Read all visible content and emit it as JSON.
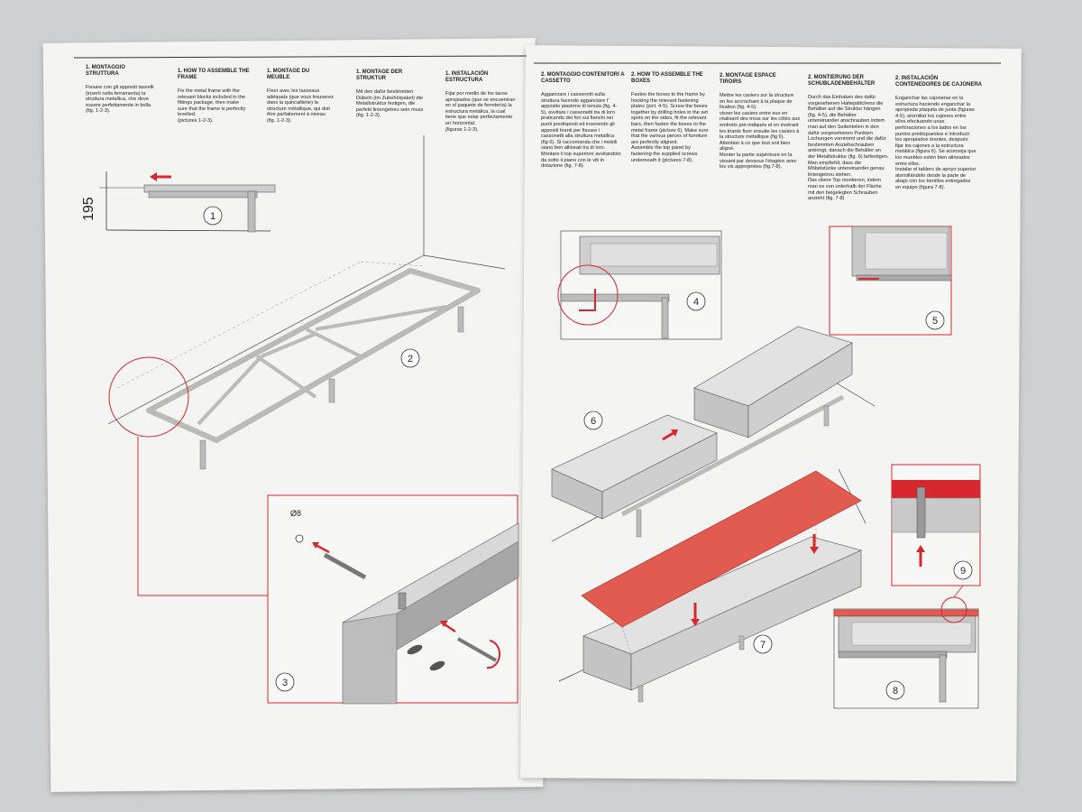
{
  "left_page": {
    "columns": [
      {
        "heading": "1. MONTAGGIO\nSTRUTTURA",
        "body": "Fissare con gli appositi tasselli\n(inserti nella ferramenta) la\nstruttura metallica, che deve\nessere perfettamente in bolla\n(fig. 1-2-3)."
      },
      {
        "heading": "1. HOW TO ASSEMBLE THE\nFRAME",
        "body": "Fix the metal frame with the\nrelevant blocks included in the\nfittings package, then make\nsure that the frame is perfectly\nlevelled.\n(pictures 1-2-3)."
      },
      {
        "heading": "1. MONTAGE DU\nMEUBLE",
        "body": "Fixer avec les tasseaux\nadéquats (que vous trouverez\ndans la quincaillerie) la\nstructure métallique, qui doit\nêtre parfaitement à niveau\n(fig. 1-2-3)."
      },
      {
        "heading": "1. MONTAGE DER\nSTRUKTUR",
        "body": "Mit den dafür bestimmten\nDübeln (im Zubehörpaket) die\nMetallstruktur festigen, die\nperfekt liniengetreu sein muss\n(fig. 1-2-3)."
      },
      {
        "heading": "1. INSTALACIÓN\nESTRUCTURA",
        "body": "Fijar por medio de los tacos\napropiados (que se encuentran\nen el paquete de ferretería) la\nestructura metálica, la cual\ntiene que estar perfectamente\nen horizontal.\n(figuras 1-2-3)."
      }
    ],
    "figures": {
      "fig1": "1",
      "fig2": "2",
      "fig3": "3"
    },
    "dimension": "195",
    "diameter": "Ø8"
  },
  "right_page": {
    "columns": [
      {
        "heading": "2. MONTAGGIO CONTENITORI A\nCASSETTO",
        "body": "Agganciare i cassonetti sulla\nstruttura facendo agganciare l'\napposito piastrino di tenuta (fig. 4-\n5), avvitare i cassonetti tra di loro\npraticando dei fori sui fianchi nei\npunti predisposti ed inserendo gli\nappositi tiranti per fissare i\ncassonetti alla struttura metallica\n(fig 6). Si raccomanda che i mobili\nsiano ben allineati tra di loro.\nMontare il top superiore avvitandolo\nda sotto il piano con le viti in\ndotazione (fig. 7-8)."
      },
      {
        "heading": "2. HOW TO ASSEMBLE THE\nBOXES",
        "body": "Fasten the boxes to the frame by\nhooking the relevant fastening\nplates (pict. 4-5). Screw the boxes\ntogether by drilling holes in the set\nspots on the sides, fit the relevant\nbars, then fasten the boxes to the\nmetal frame (picture 6). Make sure\nthat the various pieces of furniture\nare perfectly aligned.\nAssemble the top panel by\nfastening the supplied screws\nunderneath it (pictures 7-8)."
      },
      {
        "heading": "2. MONTAGE ESPACE\nTIROIRS",
        "body": "Mettre les casiers sur la structure\nen les accrochant à la plaque de\nfixation (fig. 4-5).\nvisser les casiers entre eux en\nréalisant des trous sur les côtés aux\nendroits pré-indiqués et en insérant\nles tirants fixer ensuite les casiers à\nla structure métallique (fig 6).\nAttention à ce que tout soit bien\naligné.\nMonter la partie supérieure en la\nvissant par dessous l'étagère avec\nles vis appropriées (fig.7-8)."
      },
      {
        "heading": "2. MONTIERUNG DER\nSCHUBLADENBEHÄLTER",
        "body": "Durch das Einhaken des dafür\nvorgesehenen Haltepättchens die\nBehälter auf die Struktur hängen\n(fig. 4-5), die Behälter\nuntereinander anschrauben indem\nman auf den Seitenteilen in den\ndafür vorgesehenen Punkten\nLochungen vornimmt und die dafür\nbestimmten Anziehschrauben\nanbringt, danach die Behälter an\nder Metallstruktur (fig. 6) befestigen.\nMan empfiehlt,  dass die\nMöbelstücke untereinander genau\nliniengetreu stehen.\nDas obere Top montieren, indem\nman es von unterhalb der Fläche\nmit den beigelegten Schrauben\nanzieht (fig. 7-8)"
      },
      {
        "heading": "2. INSTALACIÓN\nCONTENEDORES DE CAJONERA",
        "body": "Enganchar las cajoneras en la\nestructura haciendo enganchar la\napropiada plaquita de junta (figuras\n4-5), atornillar los cajones entre\nellos efectuando unas\nperforaciones a los lados en los\npuntos predispuestos e introducir\nlos apropiados tirantes, después\nfijar los cajones a la estructura\nmetálica (figura 6). Se aconseja que\nlos muebles estén bien alineados\nentre ellos.\nInstalar el tablero de apoyo superior\natornillándolo desde la parte de\nabajo con los tornillos entregados\nen equipo (figura 7-8)."
      }
    ],
    "figures": {
      "fig4": "4",
      "fig5": "5",
      "fig6": "6",
      "fig7": "7",
      "fig8": "8",
      "fig9": "9"
    }
  },
  "colors": {
    "accent_red": "#d7282f",
    "top_panel": "#e25b50",
    "line": "#333333",
    "frame_gray": "#c9c9c9"
  }
}
